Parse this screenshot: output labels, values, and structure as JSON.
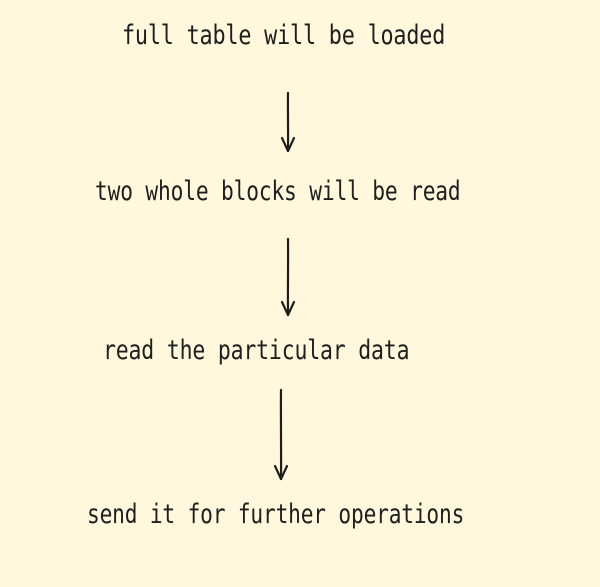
{
  "diagram": {
    "background": "#fff8dc",
    "stroke_color": "#1e1e1e",
    "steps": [
      {
        "label": "full table will be loaded"
      },
      {
        "label": "two whole blocks will be read"
      },
      {
        "label": "read the particular data"
      },
      {
        "label": "send it for further operations"
      }
    ]
  }
}
